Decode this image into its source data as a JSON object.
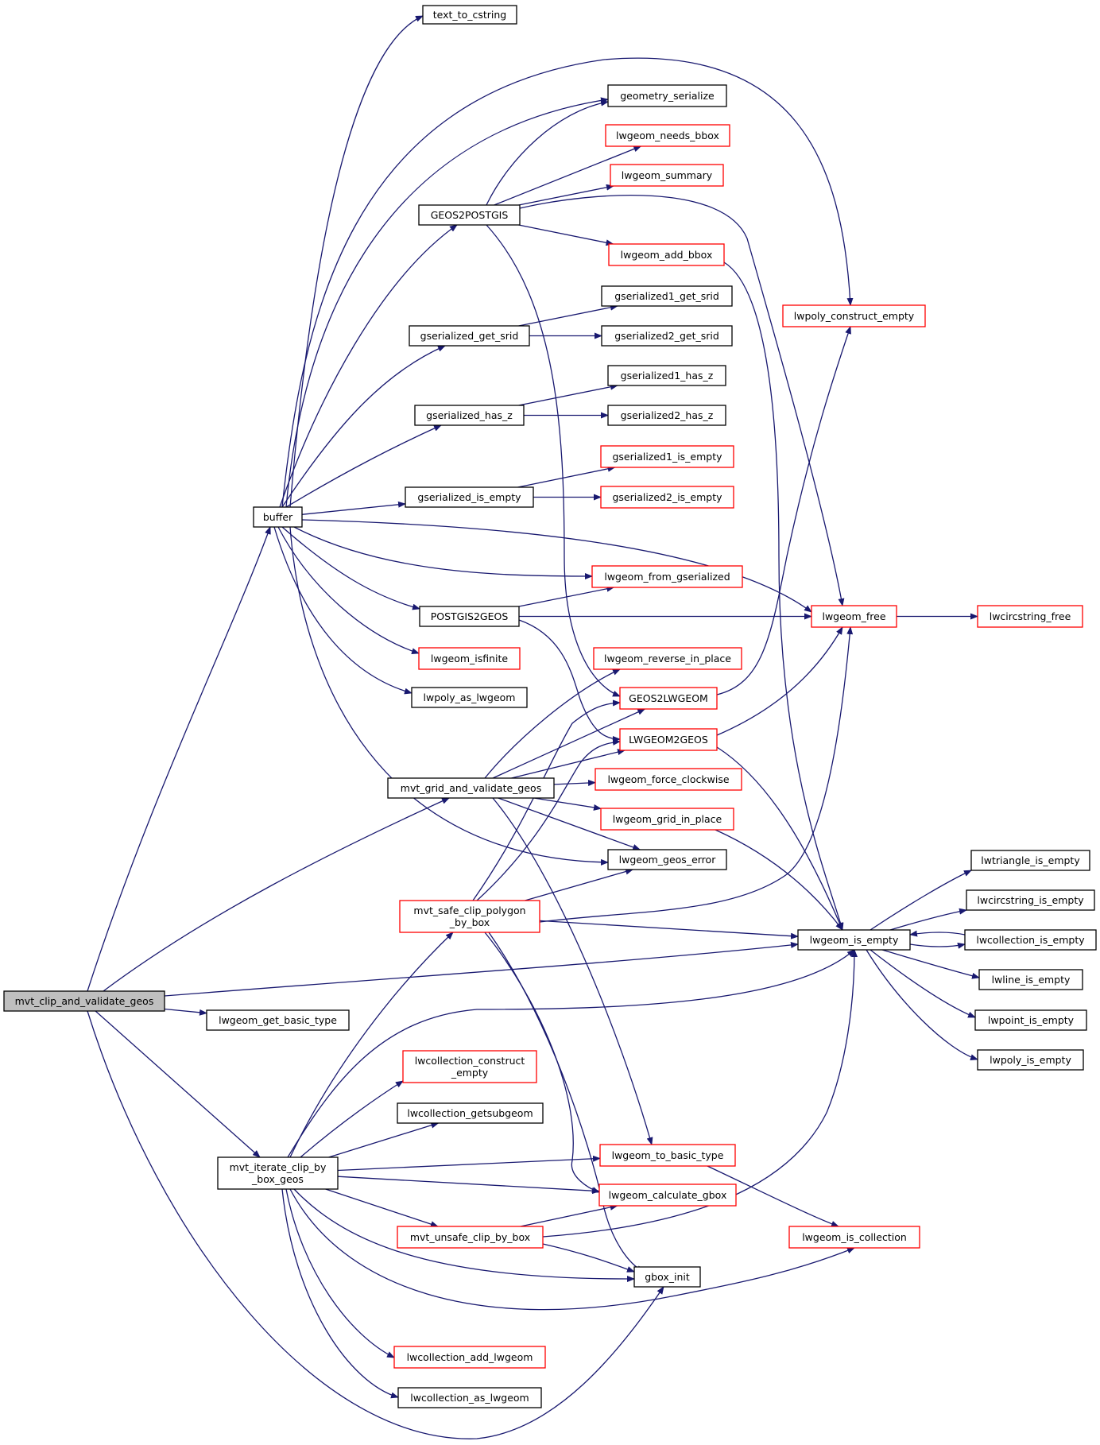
{
  "colors": {
    "edge": "#191970",
    "node_border_black": "#000000",
    "node_border_red": "#ff0000",
    "root_fill": "#bfbfbf",
    "node_fill": "#ffffff"
  },
  "nodes": [
    {
      "id": "root",
      "label": [
        "mvt_clip_and_validate_geos"
      ],
      "border": "black",
      "root": true
    },
    {
      "id": "text_to_cstring",
      "label": [
        "text_to_cstring"
      ],
      "border": "black"
    },
    {
      "id": "geometry_serialize",
      "label": [
        "geometry_serialize"
      ],
      "border": "black"
    },
    {
      "id": "lwgeom_needs_bbox",
      "label": [
        "lwgeom_needs_bbox"
      ],
      "border": "red"
    },
    {
      "id": "lwgeom_summary",
      "label": [
        "lwgeom_summary"
      ],
      "border": "red"
    },
    {
      "id": "GEOS2POSTGIS",
      "label": [
        "GEOS2POSTGIS"
      ],
      "border": "black"
    },
    {
      "id": "lwgeom_add_bbox",
      "label": [
        "lwgeom_add_bbox"
      ],
      "border": "red"
    },
    {
      "id": "gserialized1_get_srid",
      "label": [
        "gserialized1_get_srid"
      ],
      "border": "black"
    },
    {
      "id": "lwpoly_construct_empty",
      "label": [
        "lwpoly_construct_empty"
      ],
      "border": "red"
    },
    {
      "id": "gserialized_get_srid",
      "label": [
        "gserialized_get_srid"
      ],
      "border": "black"
    },
    {
      "id": "gserialized2_get_srid",
      "label": [
        "gserialized2_get_srid"
      ],
      "border": "black"
    },
    {
      "id": "gserialized1_has_z",
      "label": [
        "gserialized1_has_z"
      ],
      "border": "black"
    },
    {
      "id": "gserialized_has_z",
      "label": [
        "gserialized_has_z"
      ],
      "border": "black"
    },
    {
      "id": "gserialized2_has_z",
      "label": [
        "gserialized2_has_z"
      ],
      "border": "black"
    },
    {
      "id": "gserialized1_is_empty",
      "label": [
        "gserialized1_is_empty"
      ],
      "border": "red"
    },
    {
      "id": "gserialized_is_empty",
      "label": [
        "gserialized_is_empty"
      ],
      "border": "black"
    },
    {
      "id": "gserialized2_is_empty",
      "label": [
        "gserialized2_is_empty"
      ],
      "border": "red"
    },
    {
      "id": "buffer",
      "label": [
        "buffer"
      ],
      "border": "black"
    },
    {
      "id": "lwgeom_from_gserialized",
      "label": [
        "lwgeom_from_gserialized"
      ],
      "border": "red"
    },
    {
      "id": "POSTGIS2GEOS",
      "label": [
        "POSTGIS2GEOS"
      ],
      "border": "black"
    },
    {
      "id": "lwgeom_free",
      "label": [
        "lwgeom_free"
      ],
      "border": "red"
    },
    {
      "id": "lwcircstring_free",
      "label": [
        "lwcircstring_free"
      ],
      "border": "red"
    },
    {
      "id": "lwgeom_isfinite",
      "label": [
        "lwgeom_isfinite"
      ],
      "border": "red"
    },
    {
      "id": "lwgeom_reverse_in_place",
      "label": [
        "lwgeom_reverse_in_place"
      ],
      "border": "red"
    },
    {
      "id": "lwpoly_as_lwgeom",
      "label": [
        "lwpoly_as_lwgeom"
      ],
      "border": "black"
    },
    {
      "id": "GEOS2LWGEOM",
      "label": [
        "GEOS2LWGEOM"
      ],
      "border": "red"
    },
    {
      "id": "LWGEOM2GEOS",
      "label": [
        "LWGEOM2GEOS"
      ],
      "border": "red"
    },
    {
      "id": "mvt_grid_and_validate_geos",
      "label": [
        "mvt_grid_and_validate_geos"
      ],
      "border": "black"
    },
    {
      "id": "lwgeom_force_clockwise",
      "label": [
        "lwgeom_force_clockwise"
      ],
      "border": "red"
    },
    {
      "id": "lwgeom_grid_in_place",
      "label": [
        "lwgeom_grid_in_place"
      ],
      "border": "red"
    },
    {
      "id": "lwgeom_geos_error",
      "label": [
        "lwgeom_geos_error"
      ],
      "border": "black"
    },
    {
      "id": "lwtriangle_is_empty",
      "label": [
        "lwtriangle_is_empty"
      ],
      "border": "black"
    },
    {
      "id": "lwcircstring_is_empty",
      "label": [
        "lwcircstring_is_empty"
      ],
      "border": "black"
    },
    {
      "id": "mvt_safe_clip_polygon_by_box",
      "label": [
        "mvt_safe_clip_polygon",
        "_by_box"
      ],
      "border": "red"
    },
    {
      "id": "lwgeom_is_empty",
      "label": [
        "lwgeom_is_empty"
      ],
      "border": "black"
    },
    {
      "id": "lwcollection_is_empty",
      "label": [
        "lwcollection_is_empty"
      ],
      "border": "black"
    },
    {
      "id": "lwline_is_empty",
      "label": [
        "lwline_is_empty"
      ],
      "border": "black"
    },
    {
      "id": "lwgeom_get_basic_type",
      "label": [
        "lwgeom_get_basic_type"
      ],
      "border": "black"
    },
    {
      "id": "lwpoint_is_empty",
      "label": [
        "lwpoint_is_empty"
      ],
      "border": "black"
    },
    {
      "id": "lwpoly_is_empty",
      "label": [
        "lwpoly_is_empty"
      ],
      "border": "black"
    },
    {
      "id": "lwcollection_construct_empty",
      "label": [
        "lwcollection_construct",
        "_empty"
      ],
      "border": "red"
    },
    {
      "id": "lwcollection_getsubgeom",
      "label": [
        "lwcollection_getsubgeom"
      ],
      "border": "black"
    },
    {
      "id": "lwgeom_to_basic_type",
      "label": [
        "lwgeom_to_basic_type"
      ],
      "border": "red"
    },
    {
      "id": "mvt_iterate_clip_by_box_geos",
      "label": [
        "mvt_iterate_clip_by",
        "_box_geos"
      ],
      "border": "black"
    },
    {
      "id": "lwgeom_calculate_gbox",
      "label": [
        "lwgeom_calculate_gbox"
      ],
      "border": "red"
    },
    {
      "id": "mvt_unsafe_clip_by_box",
      "label": [
        "mvt_unsafe_clip_by_box"
      ],
      "border": "red"
    },
    {
      "id": "lwgeom_is_collection",
      "label": [
        "lwgeom_is_collection"
      ],
      "border": "red"
    },
    {
      "id": "gbox_init",
      "label": [
        "gbox_init"
      ],
      "border": "black"
    },
    {
      "id": "lwcollection_add_lwgeom",
      "label": [
        "lwcollection_add_lwgeom"
      ],
      "border": "red"
    },
    {
      "id": "lwcollection_as_lwgeom",
      "label": [
        "lwcollection_as_lwgeom"
      ],
      "border": "black"
    }
  ],
  "edges": [
    [
      "root",
      "buffer"
    ],
    [
      "root",
      "mvt_grid_and_validate_geos"
    ],
    [
      "root",
      "lwgeom_is_empty"
    ],
    [
      "root",
      "lwgeom_get_basic_type"
    ],
    [
      "root",
      "mvt_iterate_clip_by_box_geos"
    ],
    [
      "root",
      "gbox_init"
    ],
    [
      "buffer",
      "text_to_cstring"
    ],
    [
      "buffer",
      "geometry_serialize"
    ],
    [
      "buffer",
      "lwpoly_construct_empty"
    ],
    [
      "buffer",
      "GEOS2POSTGIS"
    ],
    [
      "buffer",
      "gserialized_get_srid"
    ],
    [
      "buffer",
      "gserialized_has_z"
    ],
    [
      "buffer",
      "gserialized_is_empty"
    ],
    [
      "buffer",
      "lwgeom_free"
    ],
    [
      "buffer",
      "lwgeom_from_gserialized"
    ],
    [
      "buffer",
      "POSTGIS2GEOS"
    ],
    [
      "buffer",
      "lwgeom_isfinite"
    ],
    [
      "buffer",
      "lwpoly_as_lwgeom"
    ],
    [
      "buffer",
      "lwgeom_geos_error"
    ],
    [
      "GEOS2POSTGIS",
      "geometry_serialize"
    ],
    [
      "GEOS2POSTGIS",
      "lwgeom_needs_bbox"
    ],
    [
      "GEOS2POSTGIS",
      "lwgeom_summary"
    ],
    [
      "GEOS2POSTGIS",
      "lwgeom_add_bbox"
    ],
    [
      "GEOS2POSTGIS",
      "lwgeom_free"
    ],
    [
      "GEOS2POSTGIS",
      "GEOS2LWGEOM"
    ],
    [
      "lwgeom_add_bbox",
      "lwgeom_is_empty"
    ],
    [
      "gserialized_get_srid",
      "gserialized1_get_srid"
    ],
    [
      "gserialized_get_srid",
      "gserialized2_get_srid"
    ],
    [
      "gserialized_has_z",
      "gserialized1_has_z"
    ],
    [
      "gserialized_has_z",
      "gserialized2_has_z"
    ],
    [
      "gserialized_is_empty",
      "gserialized1_is_empty"
    ],
    [
      "gserialized_is_empty",
      "gserialized2_is_empty"
    ],
    [
      "POSTGIS2GEOS",
      "lwgeom_from_gserialized"
    ],
    [
      "POSTGIS2GEOS",
      "lwgeom_free"
    ],
    [
      "POSTGIS2GEOS",
      "LWGEOM2GEOS"
    ],
    [
      "lwgeom_free",
      "lwcircstring_free"
    ],
    [
      "GEOS2LWGEOM",
      "lwpoly_construct_empty"
    ],
    [
      "LWGEOM2GEOS",
      "lwgeom_free"
    ],
    [
      "LWGEOM2GEOS",
      "lwgeom_is_empty"
    ],
    [
      "mvt_grid_and_validate_geos",
      "lwgeom_reverse_in_place"
    ],
    [
      "mvt_grid_and_validate_geos",
      "GEOS2LWGEOM"
    ],
    [
      "mvt_grid_and_validate_geos",
      "LWGEOM2GEOS"
    ],
    [
      "mvt_grid_and_validate_geos",
      "lwgeom_force_clockwise"
    ],
    [
      "mvt_grid_and_validate_geos",
      "lwgeom_grid_in_place"
    ],
    [
      "mvt_grid_and_validate_geos",
      "lwgeom_geos_error"
    ],
    [
      "mvt_grid_and_validate_geos",
      "lwgeom_to_basic_type"
    ],
    [
      "lwgeom_grid_in_place",
      "lwgeom_is_empty"
    ],
    [
      "mvt_safe_clip_polygon_by_box",
      "GEOS2LWGEOM"
    ],
    [
      "mvt_safe_clip_polygon_by_box",
      "LWGEOM2GEOS"
    ],
    [
      "mvt_safe_clip_polygon_by_box",
      "lwgeom_geos_error"
    ],
    [
      "mvt_safe_clip_polygon_by_box",
      "lwgeom_free"
    ],
    [
      "mvt_safe_clip_polygon_by_box",
      "lwgeom_is_empty"
    ],
    [
      "mvt_safe_clip_polygon_by_box",
      "lwgeom_calculate_gbox"
    ],
    [
      "mvt_safe_clip_polygon_by_box",
      "gbox_init"
    ],
    [
      "lwgeom_is_empty",
      "lwtriangle_is_empty"
    ],
    [
      "lwgeom_is_empty",
      "lwcircstring_is_empty"
    ],
    [
      "lwgeom_is_empty",
      "lwcollection_is_empty"
    ],
    [
      "lwgeom_is_empty",
      "lwline_is_empty"
    ],
    [
      "lwgeom_is_empty",
      "lwpoint_is_empty"
    ],
    [
      "lwgeom_is_empty",
      "lwpoly_is_empty"
    ],
    [
      "lwcollection_is_empty",
      "lwgeom_is_empty"
    ],
    [
      "mvt_iterate_clip_by_box_geos",
      "mvt_safe_clip_polygon_by_box"
    ],
    [
      "mvt_iterate_clip_by_box_geos",
      "lwgeom_is_empty"
    ],
    [
      "mvt_iterate_clip_by_box_geos",
      "lwcollection_construct_empty"
    ],
    [
      "mvt_iterate_clip_by_box_geos",
      "lwcollection_getsubgeom"
    ],
    [
      "mvt_iterate_clip_by_box_geos",
      "lwgeom_to_basic_type"
    ],
    [
      "mvt_iterate_clip_by_box_geos",
      "lwgeom_calculate_gbox"
    ],
    [
      "mvt_iterate_clip_by_box_geos",
      "mvt_unsafe_clip_by_box"
    ],
    [
      "mvt_iterate_clip_by_box_geos",
      "gbox_init"
    ],
    [
      "mvt_iterate_clip_by_box_geos",
      "lwgeom_is_collection"
    ],
    [
      "mvt_iterate_clip_by_box_geos",
      "lwcollection_add_lwgeom"
    ],
    [
      "mvt_iterate_clip_by_box_geos",
      "lwcollection_as_lwgeom"
    ],
    [
      "lwgeom_to_basic_type",
      "lwgeom_is_collection"
    ],
    [
      "mvt_unsafe_clip_by_box",
      "lwgeom_calculate_gbox"
    ],
    [
      "mvt_unsafe_clip_by_box",
      "lwgeom_is_empty"
    ],
    [
      "mvt_unsafe_clip_by_box",
      "gbox_init"
    ]
  ]
}
